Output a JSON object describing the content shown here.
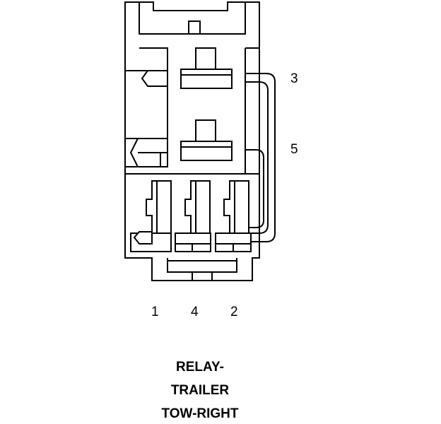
{
  "pin_labels": {
    "p1": "1",
    "p2": "2",
    "p3": "3",
    "p4": "4",
    "p5": "5"
  },
  "caption": {
    "line1": "RELAY-",
    "line2": "TRAILER",
    "line3": "TOW-RIGHT"
  }
}
